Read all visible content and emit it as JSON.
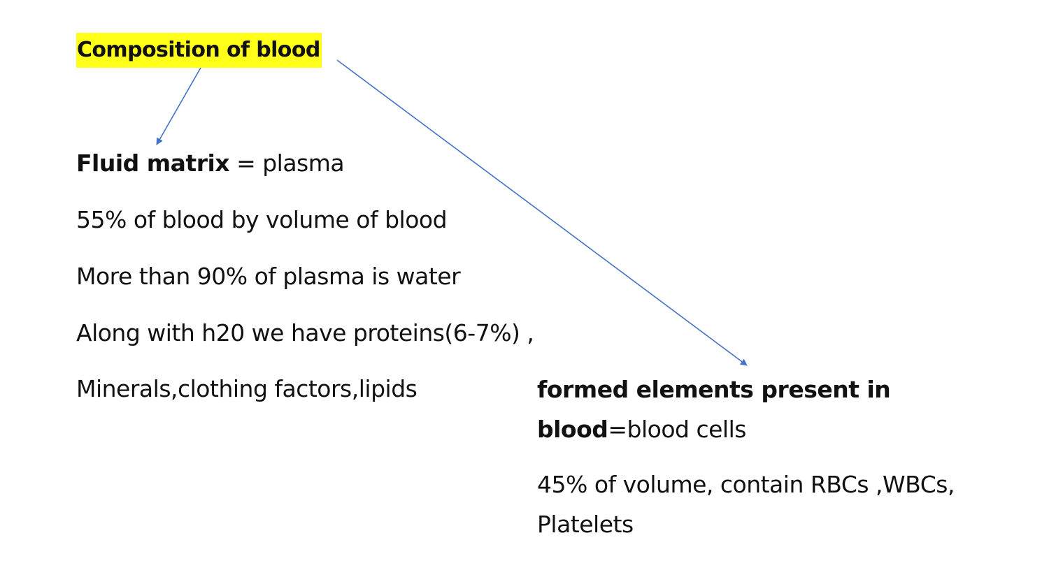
{
  "title": "Composition of blood",
  "plasma": {
    "heading_bold": "Fluid matrix",
    "heading_rest": " = plasma",
    "lines": [
      "55% of blood by volume of blood",
      "More than 90% of plasma is water",
      "Along with h20 we have proteins(6-7%) ,",
      "Minerals,clothing factors,lipids"
    ]
  },
  "cells": {
    "heading_bold_1": "formed elements present in",
    "heading_bold_2": "blood",
    "heading_rest": "=blood cells",
    "detail_1": "45% of  volume, contain RBCs ,WBCs,",
    "detail_2": "Platelets"
  },
  "colors": {
    "highlight": "#ffff1a",
    "arrow": "#4472c4"
  }
}
